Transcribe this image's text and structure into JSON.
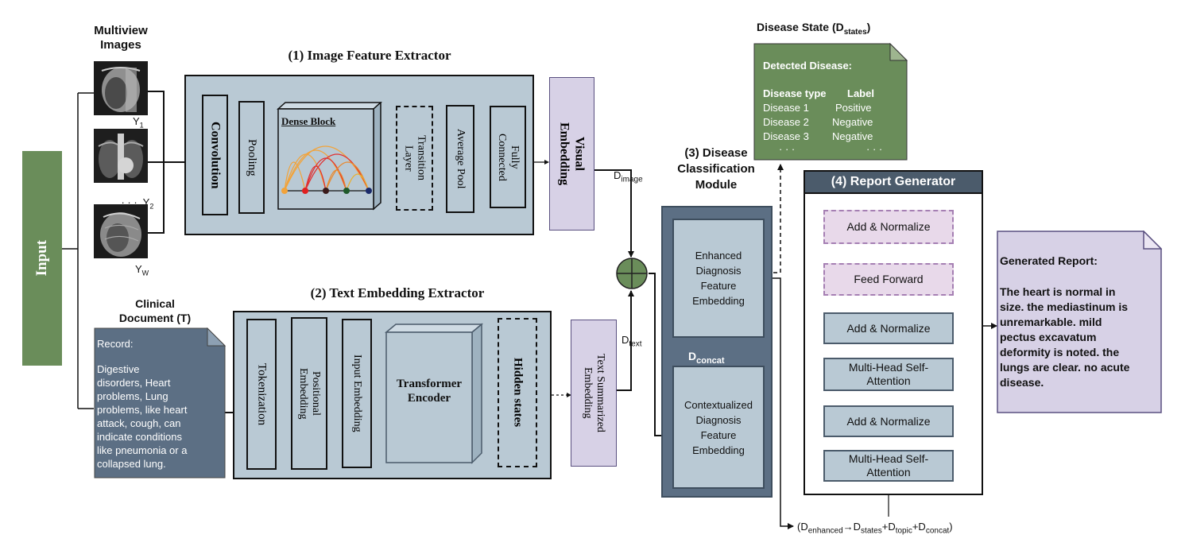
{
  "input": {
    "label": "Input"
  },
  "multiview": {
    "title": "Multiview\nImages",
    "labels": {
      "y1": "Y",
      "y1_sub": "1",
      "y2_prefix": "· · ·  Y",
      "y2_sub": "2",
      "yw": "Y",
      "yw_sub": "W"
    }
  },
  "image_extractor": {
    "title": "(1) Image Feature Extractor",
    "convolution": "Convolution",
    "pooling": "Pooling",
    "dense_block": "Dense Block",
    "transition": "Transition\nLayer",
    "average_pool": "Average Pool",
    "fully_connected": "Fully\nConnected",
    "visual_embedding": "Visual\nEmbedding"
  },
  "text_extractor": {
    "title": "(2) Text Embedding Extractor",
    "tokenization": "Tokenization",
    "positional": "Positional\nEmbedding",
    "input_embedding": "Input Embedding",
    "transformer": "Transformer\nEncoder",
    "hidden_states": "Hidden states",
    "text_summarized": "Text Summarized\nEmbedding"
  },
  "clinical": {
    "title": "Clinical\nDocument (T)",
    "record_label": "Record:",
    "record_text": "Digestive\ndisorders, Heart\nproblems,  Lung\nproblems, like heart\nattack, cough, can\nindicate conditions\nlike pneumonia or a\ncollapsed lung."
  },
  "signals": {
    "d_image": "D",
    "d_image_sub": "image",
    "d_text": "D",
    "d_text_sub": "text",
    "d_concat": "D",
    "d_concat_sub": "concat"
  },
  "classification": {
    "title": "(3) Disease\nClassification\nModule",
    "enhanced": "Enhanced\nDiagnosis\nFeature\nEmbedding",
    "contextualized": "Contextualized\nDiagnosis\nFeature\nEmbedding"
  },
  "disease_state": {
    "title": "Disease State (D",
    "title_sub": "states",
    "title_end": ")",
    "detected": "Detected Disease:",
    "header_type": "Disease type",
    "header_label": "Label",
    "rows": [
      {
        "type": "Disease 1",
        "label": "Positive"
      },
      {
        "type": "Disease 2",
        "label": "Negative"
      },
      {
        "type": "Disease 3",
        "label": "Negative"
      }
    ],
    "ellipsis": "· · ·"
  },
  "report_generator": {
    "title": "(4) Report Generator",
    "blocks": [
      "Add & Normalize",
      "Feed Forward",
      "Add & Normalize",
      "Multi-Head Self-\nAttention",
      "Add & Normalize",
      "Multi-Head Self-\nAttention"
    ]
  },
  "formula": {
    "open": "(D",
    "enhanced_sub": "enhanced",
    "arrow": "→D",
    "states_sub": "states",
    "plus1": "+D",
    "topic_sub": "topic",
    "plus2": "+D",
    "concat_sub": "concat",
    "close": ")"
  },
  "generated_report": {
    "label": "Generated Report:",
    "text": "The heart is normal in\n size. the mediastinum is\nunremarkable. mild\npectus excavatum\ndeformity is noted. the\nlungs are clear. no acute\ndisease."
  },
  "colors": {
    "green": "#6a8d5a",
    "slate": "#5c6f84",
    "lightblue": "#b9c9d4",
    "lavender": "#d7d1e6",
    "pink": "#e8d9ea"
  }
}
